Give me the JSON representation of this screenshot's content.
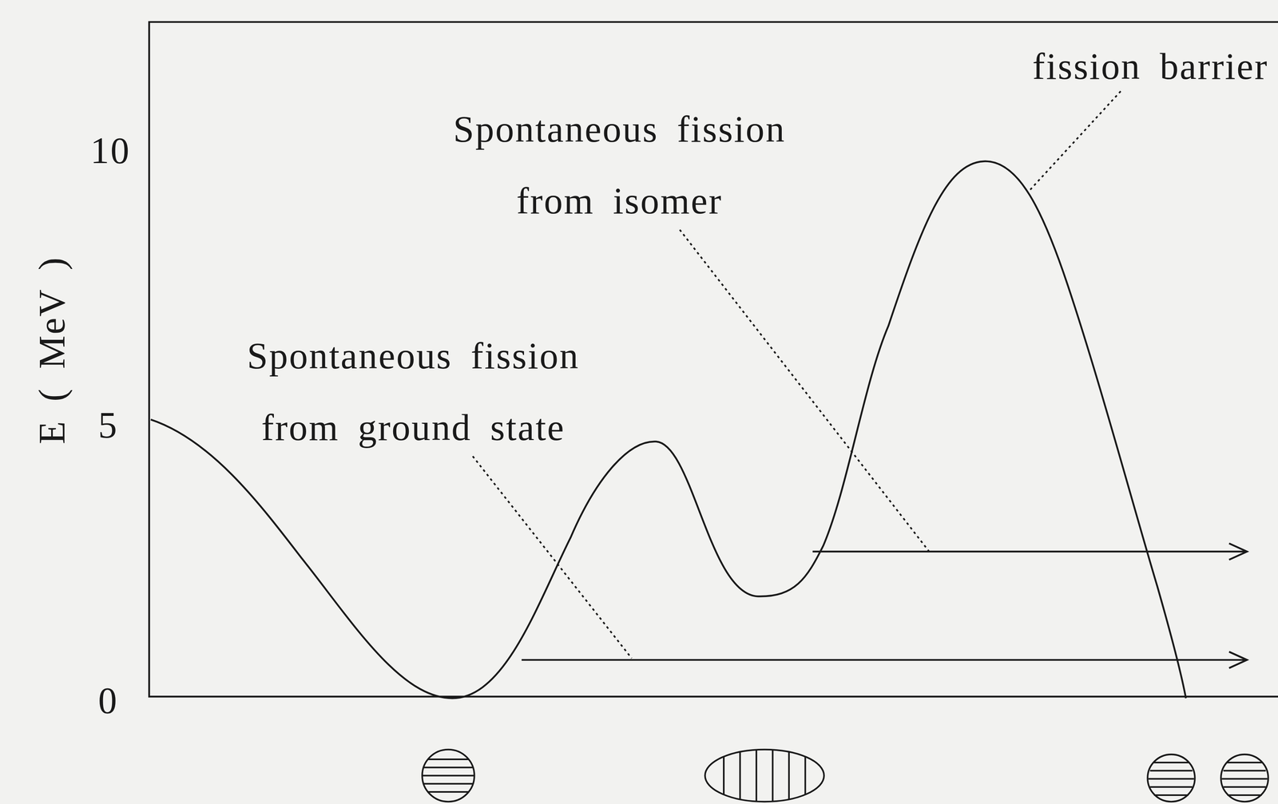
{
  "diagram": {
    "labels": [
      "fission barrier",
      "Spontaneous fission from isomer",
      "Spontaneous fission from ground state",
      "10",
      "5",
      "0",
      "E ( MeV )"
    ]
  }
}
